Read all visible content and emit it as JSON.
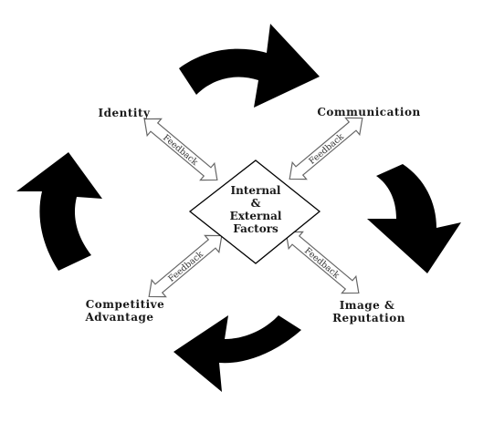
{
  "nodes": {
    "identity": "Identity",
    "communication": "Communication",
    "image_reputation": [
      "Image &",
      "Reputation"
    ],
    "competitive_advantage": [
      "Competitive",
      "Advantage"
    ]
  },
  "center": [
    "Internal",
    "&",
    "External",
    "Factors"
  ],
  "feedback": {
    "top_left": "Feedback",
    "top_right": "Feedback",
    "bottom_left": "Feedback",
    "bottom_right": "Feedback"
  },
  "colors": {
    "cycle_arrow": "#000000",
    "feedback_arrow_fill": "#ffffff",
    "feedback_arrow_stroke": "#666666",
    "diamond_stroke": "#000000"
  }
}
